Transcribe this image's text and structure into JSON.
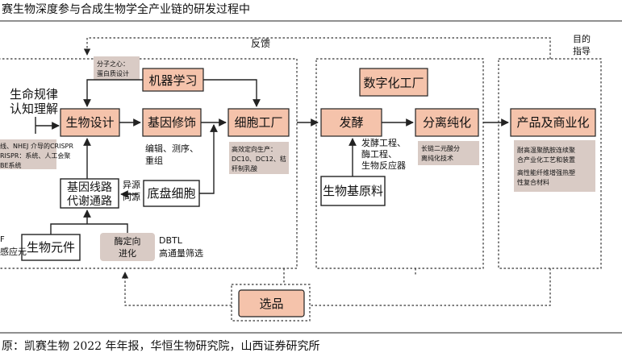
{
  "title": "赛生物深度参与合成生物学全产业链的研发过程中",
  "source": "原：凯赛生物 2022 年年报，华恒生物研究院，山西证券研究所",
  "labels": {
    "feedback": "反馈",
    "goal_line1": "目的",
    "goal_line2": "指导",
    "life_rules_line1": "生命规律",
    "life_rules_line2": "认知理解",
    "mol_heart_line1": "分子之心：",
    "mol_heart_line2": "蛋白质设计",
    "machine_learning": "机器学习",
    "bio_design": "生物设计",
    "gene_mod": "基因修饰",
    "gene_mod_sub_line1": "编辑、测序、",
    "gene_mod_sub_line2": "重组",
    "cell_factory": "细胞工厂",
    "cell_factory_note_line1": "高效定向生产：",
    "cell_factory_note_line2": "DC10、DC12、秸",
    "cell_factory_note_line3": "秆制乳酸",
    "left_note_line1": "线、NHEJ 介导的CRISPR",
    "left_note_line2": "RISPR：系统、人工会聚",
    "left_note_line3": "BE系统",
    "gene_circuit_line1": "基因线路",
    "gene_circuit_line2": "代谢通路",
    "hetero_line1": "异源",
    "hetero_line2": "同源",
    "chassis": "底盘细胞",
    "bio_element": "生物元件",
    "left_frag_top": "F",
    "left_frag_bottom": "感应元",
    "enzyme_line1": "酶定向",
    "enzyme_line2": "进化",
    "dbtl_line1": "DBTL",
    "dbtl_line2": "高通量筛选",
    "digital_factory": "数字化工厂",
    "fermentation": "发酵",
    "ferm_sub_line1": "发酵工程、",
    "ferm_sub_line2": "酶工程、",
    "ferm_sub_line3": "生物反应器",
    "bio_feedstock": "生物基原料",
    "separation": "分离纯化",
    "sep_note_line1": "长链二元酸分",
    "sep_note_line2": "离纯化技术",
    "product": "产品及商业化",
    "prod_note_line1": "耐高温聚酰胺连续聚",
    "prod_note_line2": "合产业化工艺和装置",
    "prod_note_line3": "高性能纤维增强热塑",
    "prod_note_line4": "性复合材料",
    "selection": "选品"
  },
  "colors": {
    "orange_box": "#f5c3ab",
    "grey_note": "#d9cbc5",
    "outline": "#222222"
  }
}
